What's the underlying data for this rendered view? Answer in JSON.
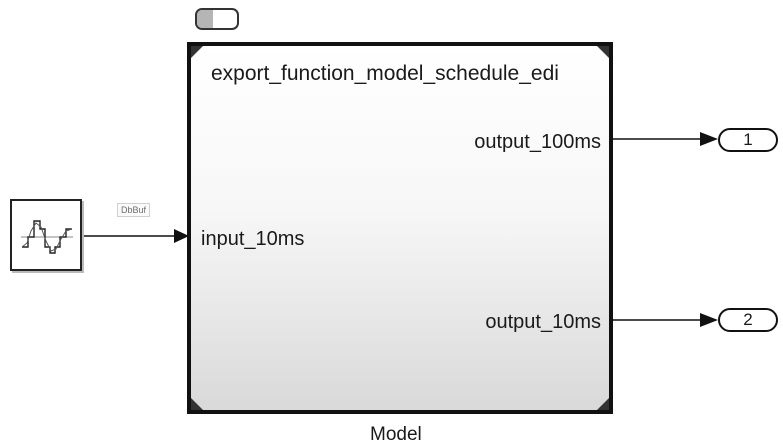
{
  "toggle": {
    "state": "off"
  },
  "model_block": {
    "model_name": "export_function_model_schedule_edi",
    "input_port": "input_10ms",
    "output_ports": [
      "output_100ms",
      "output_10ms"
    ],
    "caption": "Model"
  },
  "source_block": {
    "icon": "signal-generator-icon"
  },
  "signal_tag": "DbBuf",
  "outports": [
    "1",
    "2"
  ],
  "colors": {
    "line": "#111111",
    "tag_text": "#6d6d6d"
  }
}
